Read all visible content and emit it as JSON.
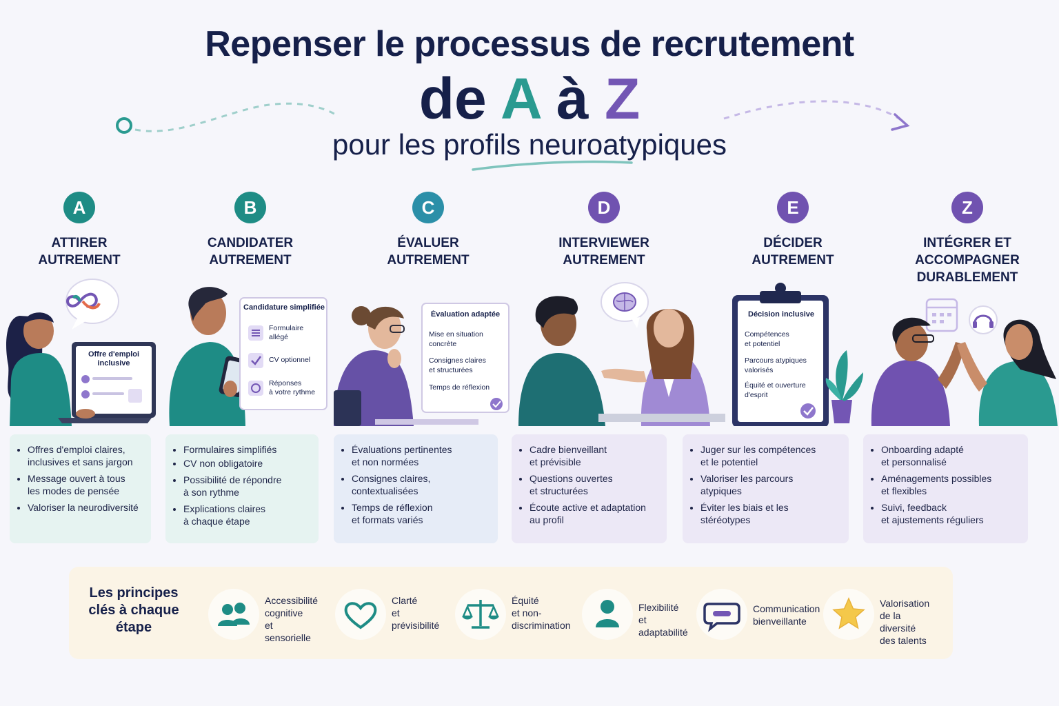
{
  "header": {
    "title_line1": "Repenser le processus de recrutement",
    "title_de": "de",
    "title_a": "A",
    "title_a_to": "à",
    "title_z": "Z",
    "subtitle": "pour les profils neuroatypiques"
  },
  "colors": {
    "teal": "#1e8c85",
    "purple": "#7052b0",
    "navy": "#16204a",
    "gold": "#f4c84a"
  },
  "steps": [
    {
      "letter": "A",
      "title": "ATTIRER\nAUTREMENT",
      "color": "#1e8c85",
      "bullets": [
        "Offres d'emploi claires,\ninclusives et sans jargon",
        "Message ouvert à tous\nles modes de pensée",
        "Valoriser la neurodiversité"
      ]
    },
    {
      "letter": "B",
      "title": "CANDIDATER\nAUTREMENT",
      "color": "#1e8c85",
      "bullets": [
        "Formulaires simplifiés",
        "CV non obligatoire",
        "Possibilité de répondre\nà son rythme",
        "Explications claires\nà chaque étape"
      ]
    },
    {
      "letter": "C",
      "title": "ÉVALUER\nAUTREMENT",
      "color": "#2b8fa8",
      "bullets": [
        "Évaluations pertinentes\net non normées",
        "Consignes claires,\ncontextualisées",
        "Temps de réflexion\net formats variés"
      ]
    },
    {
      "letter": "D",
      "title": "INTERVIEWER\nAUTREMENT",
      "color": "#7052b0",
      "bullets": [
        "Cadre bienveillant\net prévisible",
        "Questions ouvertes\net structurées",
        "Écoute active et adaptation\nau profil"
      ]
    },
    {
      "letter": "E",
      "title": "DÉCIDER\nAUTREMENT",
      "color": "#7052b0",
      "bullets": [
        "Juger sur les compétences\net le potentiel",
        "Valoriser les parcours\natypiques",
        "Éviter les biais et les\nstéréotypes"
      ]
    },
    {
      "letter": "Z",
      "title": "INTÉGRER ET\nACCOMPAGNER\nDURABLEMENT",
      "color": "#7052b0",
      "bullets": [
        "Onboarding adapté\net personnalisé",
        "Aménagements possibles\net flexibles",
        "Suivi, feedback\net ajustements réguliers"
      ]
    }
  ],
  "illustrations": {
    "a_screen_title": "Offre d'emploi\ninclusive",
    "b_panel_title": "Candidature simplifiée",
    "b_items": [
      "Formulaire\nallégé",
      "CV optionnel",
      "Réponses\nà votre rythme"
    ],
    "c_panel_title": "Évaluation adaptée",
    "c_items": [
      "Mise en situation\nconcrète",
      "Consignes claires\net structurées",
      "Temps de réflexion"
    ],
    "e_panel_title": "Décision inclusive",
    "e_items": [
      "Compétences\net potentiel",
      "Parcours atypiques\nvalorisés",
      "Équité et ouverture\nd'esprit"
    ]
  },
  "principles": {
    "title": "Les principes\nclés à chaque\nétape",
    "items": [
      {
        "icon": "people-icon",
        "label": "Accessibilité\ncognitive\net sensorielle"
      },
      {
        "icon": "heart-icon",
        "label": "Clarté\net\nprévisibilité"
      },
      {
        "icon": "scales-icon",
        "label": "Équité\net non-\ndiscrimination"
      },
      {
        "icon": "person-icon",
        "label": "Flexibilité\net adaptabilité"
      },
      {
        "icon": "chat-bubble-icon",
        "label": "Communication\nbienveillante"
      },
      {
        "icon": "star-icon",
        "label": "Valorisation\nde la diversité\ndes talents"
      }
    ]
  }
}
